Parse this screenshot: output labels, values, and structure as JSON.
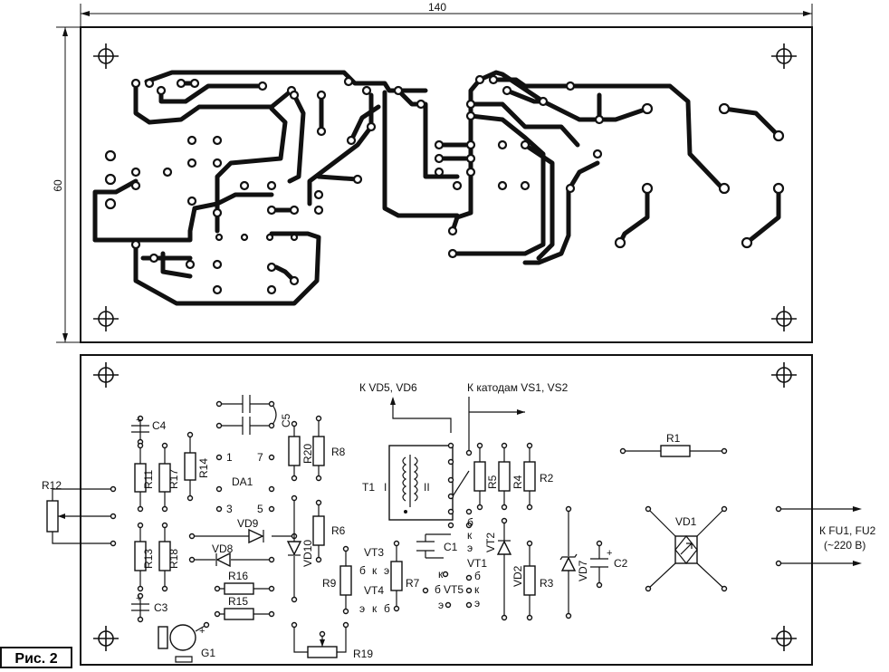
{
  "dimensions": {
    "width_label": "140",
    "height_label": "60"
  },
  "figure_label": "Рис. 2",
  "annotations": {
    "to_vd5_vd6": "К  VD5, VD6",
    "to_cathodes": "К катодам VS1, VS2",
    "to_fuses": "К FU1, FU2",
    "voltage": "(~220 В)"
  },
  "components": {
    "r1": "R1",
    "r2": "R2",
    "r3": "R3",
    "r4": "R4",
    "r5": "R5",
    "r6": "R6",
    "r7": "R7",
    "r8": "R8",
    "r9": "R9",
    "r11": "R11",
    "r12": "R12",
    "r13": "R13",
    "r14": "R14",
    "r15": "R15",
    "r16": "R16",
    "r17": "R17",
    "r18": "R18",
    "r19": "R19",
    "r20": "R20",
    "c1": "C1",
    "c2": "C2",
    "c3": "C3",
    "c4": "C4",
    "c5": "C5",
    "vd1": "VD1",
    "vd2": "VD2",
    "vd7": "VD7",
    "vd8": "VD8",
    "vd9": "VD9",
    "vd10": "VD10",
    "vt1": "VT1",
    "vt2": "VT2",
    "vt3": "VT3",
    "vt4": "VT4",
    "vt5": "VT5",
    "t1": "T1",
    "t1_w1": "I",
    "t1_w2": "II",
    "da1": "DA1",
    "g1": "G1"
  },
  "pins": {
    "da1_1": "1",
    "da1_7": "7",
    "da1_3": "3",
    "da1_5": "5",
    "k": "к",
    "b": "б",
    "e": "э",
    "plus": "+"
  }
}
